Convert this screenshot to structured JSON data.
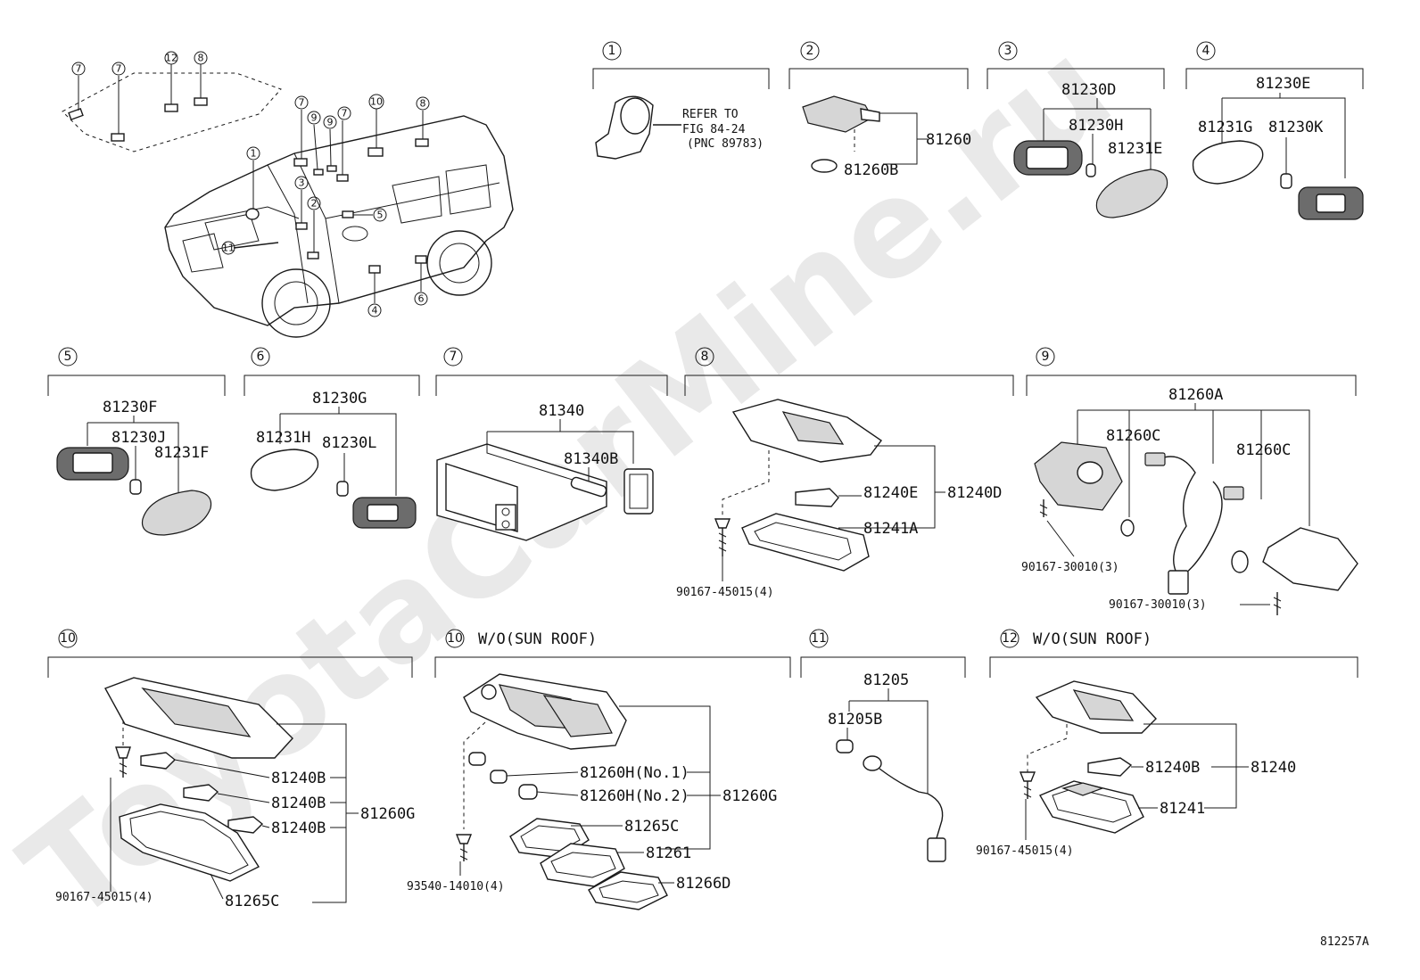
{
  "watermark": "ToyotaCarMine.ru",
  "figure_id": "812257A",
  "callouts": [
    "1",
    "2",
    "3",
    "4",
    "5",
    "6",
    "7",
    "8",
    "9",
    "10",
    "11",
    "12"
  ],
  "section_notes": {
    "s10b": "W/O(SUN ROOF)",
    "s12": "W/O(SUN ROOF)"
  },
  "reference": {
    "line1": "REFER TO",
    "line2": "FIG 84-24",
    "line3": "(PNC 89783)"
  },
  "parts": {
    "p81260": "81260",
    "p81260B": "81260B",
    "p81230D": "81230D",
    "p81230H": "81230H",
    "p81231E": "81231E",
    "p81230E": "81230E",
    "p81231G": "81231G",
    "p81230K": "81230K",
    "p81230F": "81230F",
    "p81230J": "81230J",
    "p81231F": "81231F",
    "p81230G": "81230G",
    "p81231H": "81231H",
    "p81230L": "81230L",
    "p81340": "81340",
    "p81340B": "81340B",
    "p81240E": "81240E",
    "p81240D": "81240D",
    "p81241A": "81241A",
    "p90167_45015_4": "90167-45015(4)",
    "p81260A": "81260A",
    "p81260C": "81260C",
    "p90167_30010_3": "90167-30010(3)",
    "p81240B": "81240B",
    "p81260G": "81260G",
    "p81265C": "81265C",
    "p81260H_1": "81260H(No.1)",
    "p81260H_2": "81260H(No.2)",
    "p81261": "81261",
    "p81266D": "81266D",
    "p93540_14010_4": "93540-14010(4)",
    "p81205": "81205",
    "p81205B": "81205B",
    "p81240": "81240",
    "p81241": "81241"
  }
}
